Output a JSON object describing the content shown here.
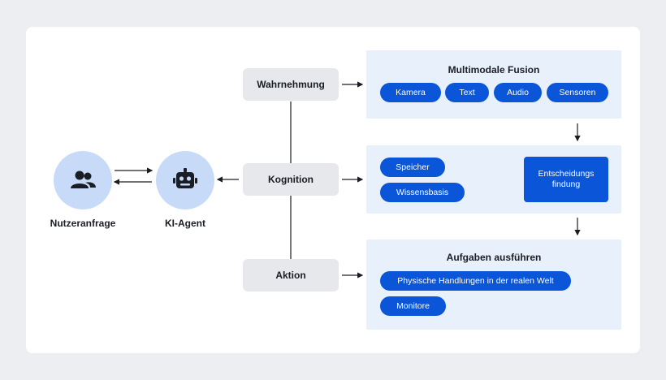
{
  "nodes": {
    "user": {
      "label": "Nutzeranfrage",
      "icon": "users-icon"
    },
    "agent": {
      "label": "KI-Agent",
      "icon": "robot-icon"
    }
  },
  "stages": {
    "perception": "Wahrnehmung",
    "cognition": "Kognition",
    "action": "Aktion"
  },
  "fusion": {
    "title": "Multimodale Fusion",
    "inputs": [
      "Kamera",
      "Text",
      "Audio",
      "Sensoren"
    ]
  },
  "cognition_panel": {
    "memory": "Speicher",
    "knowledge": "Wissensbasis",
    "decision_line1": "Entscheidungs",
    "decision_line2": "findung"
  },
  "tasks": {
    "title": "Aufgaben ausführen",
    "items": [
      "Physische Handlungen in der realen Welt",
      "Monitore"
    ]
  },
  "colors": {
    "background": "#eceef2",
    "card": "#ffffff",
    "circle": "#c7dbf8",
    "stage": "#e6e8ec",
    "panel": "#e8f0fc",
    "accent": "#0a55d8",
    "text": "#1a1d24"
  }
}
